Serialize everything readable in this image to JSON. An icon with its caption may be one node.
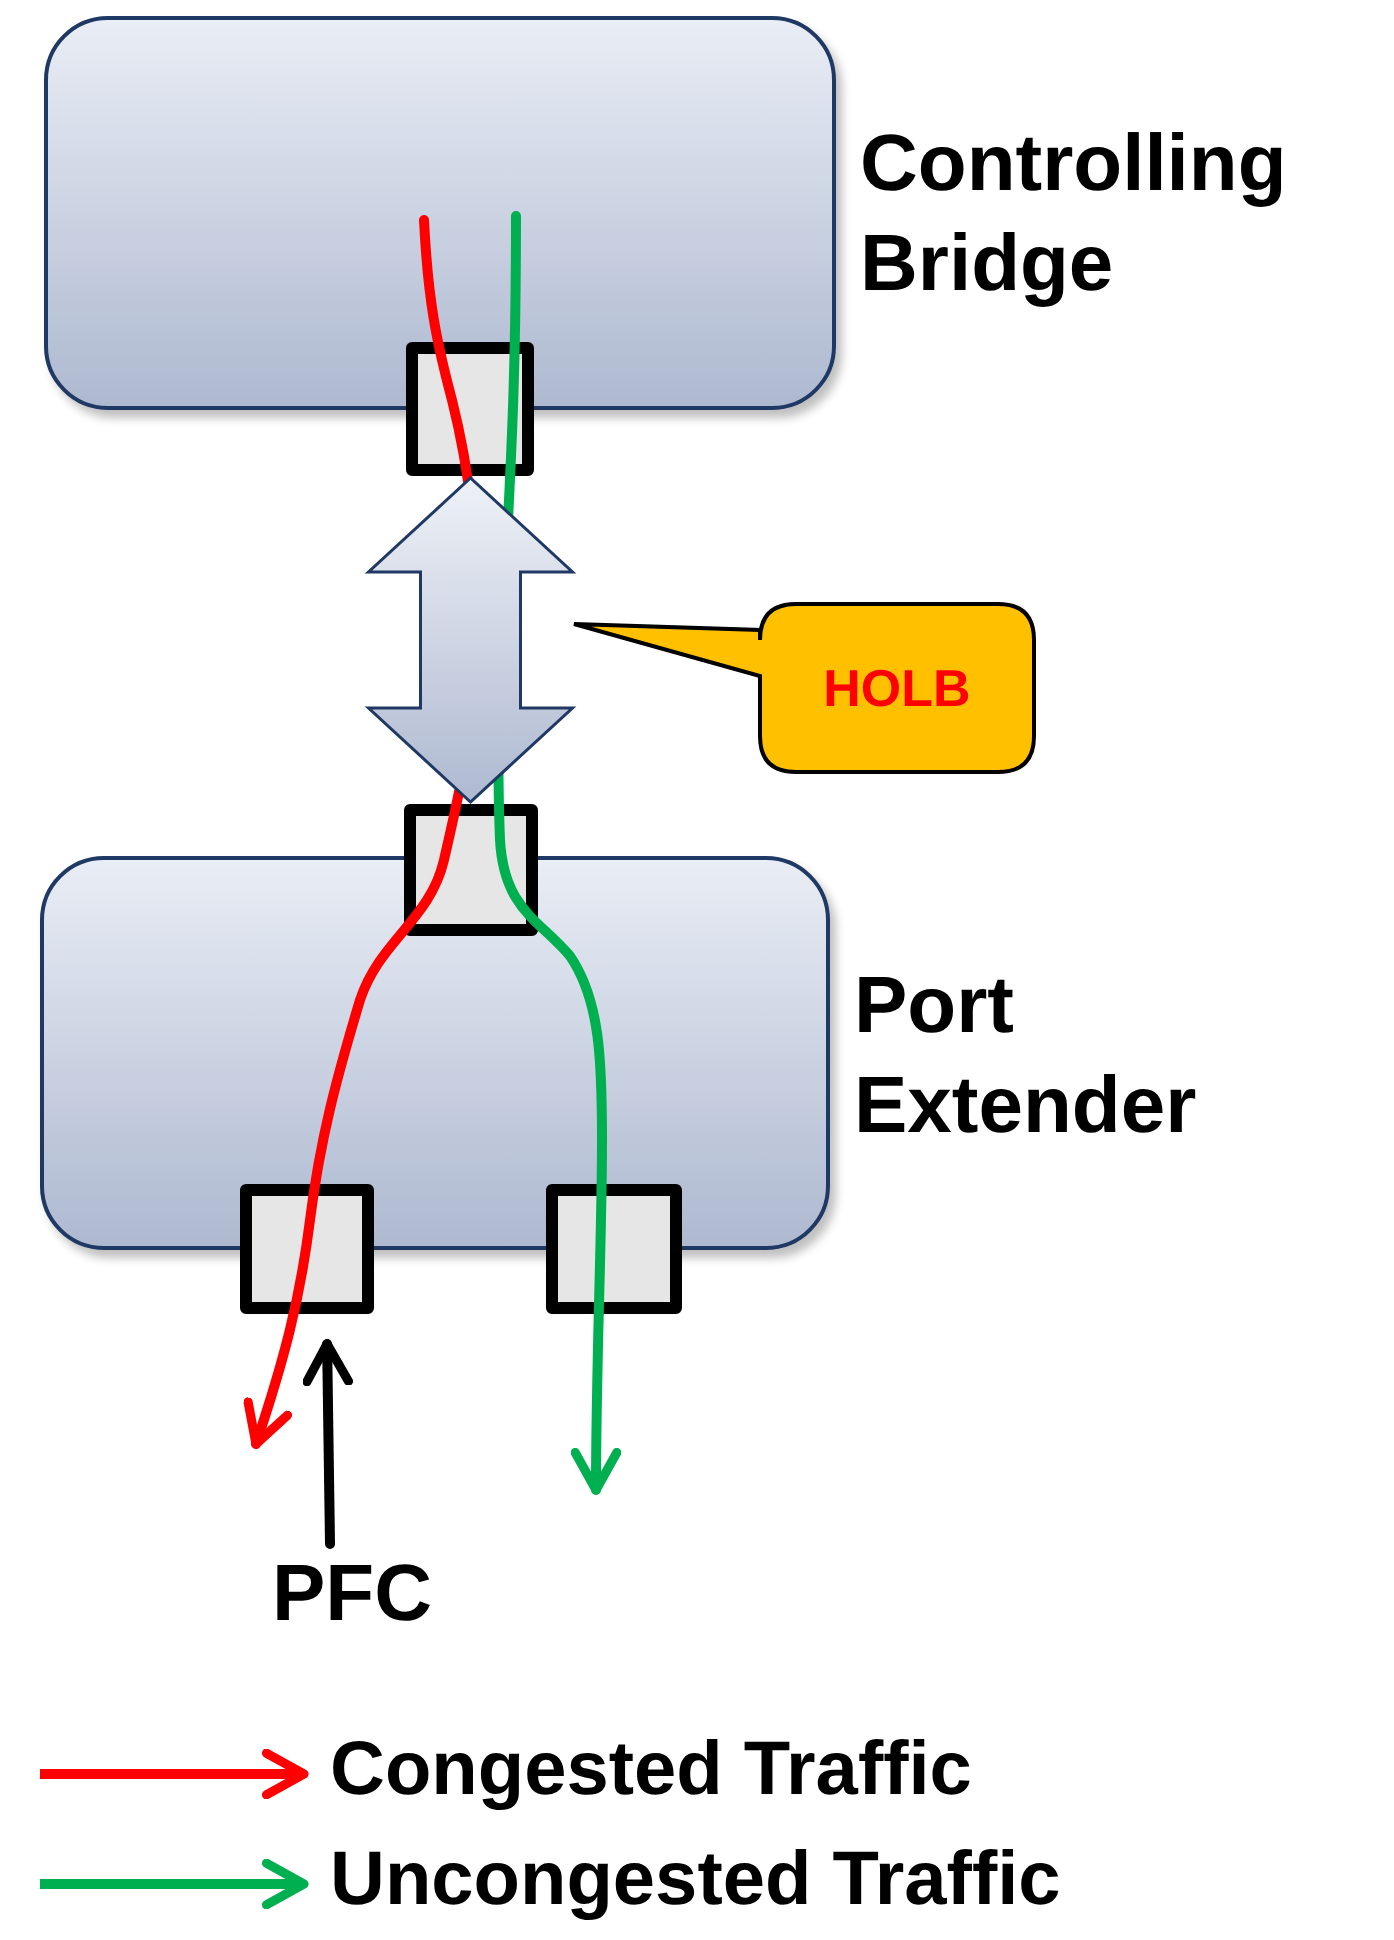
{
  "diagram": {
    "nodes": [
      {
        "text": [
          "Controlling Bridge"
        ]
      },
      {
        "text": [],
        "shape": "box"
      },
      {
        "text": [
          "Port Extender"
        ]
      },
      {
        "text": [],
        "shape": "box"
      },
      {
        "text": [],
        "shape": "box"
      },
      {
        "text": [],
        "shape": "box"
      },
      {
        "text": [
          "HOLB"
        ]
      },
      {
        "text": [
          "PFC"
        ]
      }
    ],
    "edges": [
      {
        "from": 0,
        "to": null,
        "arrow": "to",
        "color": "#ff0000"
      },
      {
        "from": 0,
        "to": null,
        "arrow": "to",
        "color": "#00b050"
      },
      {
        "from": 1,
        "to": 3,
        "arrow": "both",
        "style": "thick"
      },
      {
        "from": 7,
        "to": 4,
        "arrow": "to",
        "color": "#000000"
      }
    ],
    "legend": [
      {
        "text": "Congested Traffic"
      },
      {
        "text": "Uncongested Traffic"
      }
    ]
  }
}
